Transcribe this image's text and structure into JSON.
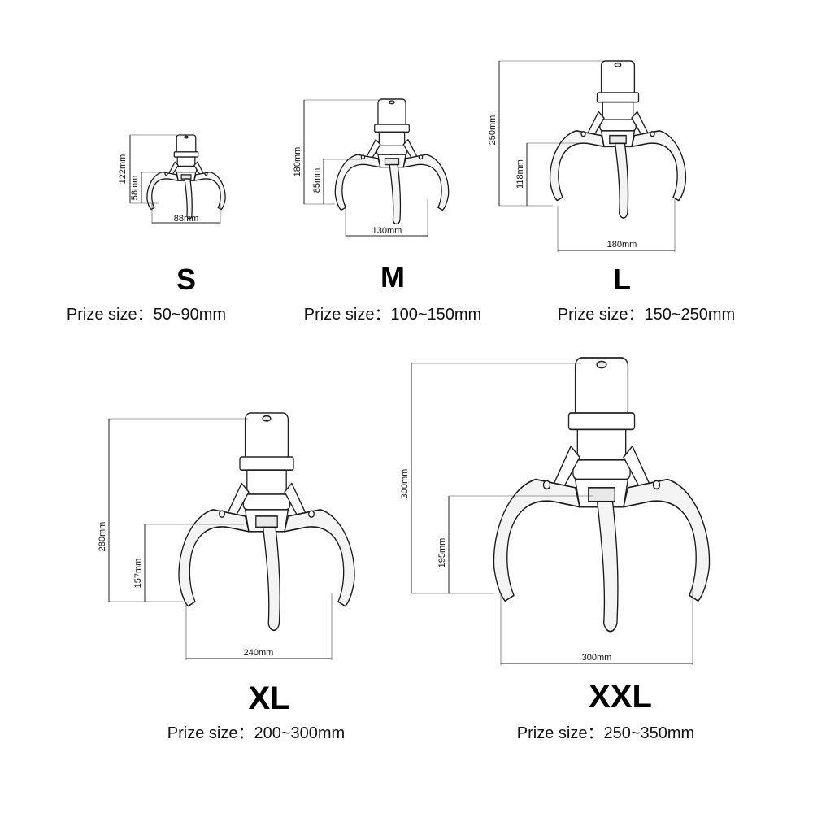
{
  "claws": [
    {
      "size": "S",
      "height": "122mm",
      "depth": "58mm",
      "width": "88mm",
      "prize_label": "Prize size：",
      "prize_range": "50~90mm"
    },
    {
      "size": "M",
      "height": "180mm",
      "depth": "85mm",
      "width": "130mm",
      "prize_label": "Prize size：",
      "prize_range": "100~150mm"
    },
    {
      "size": "L",
      "height": "250mm",
      "depth": "118mm",
      "width": "180mm",
      "prize_label": "Prize size：",
      "prize_range": "150~250mm"
    },
    {
      "size": "XL",
      "height": "280mm",
      "depth": "157mm",
      "width": "240mm",
      "prize_label": "Prize size：",
      "prize_range": "200~300mm"
    },
    {
      "size": "XXL",
      "height": "300mm",
      "depth": "195mm",
      "width": "300mm",
      "prize_label": "Prize size：",
      "prize_range": "250~350mm"
    }
  ]
}
